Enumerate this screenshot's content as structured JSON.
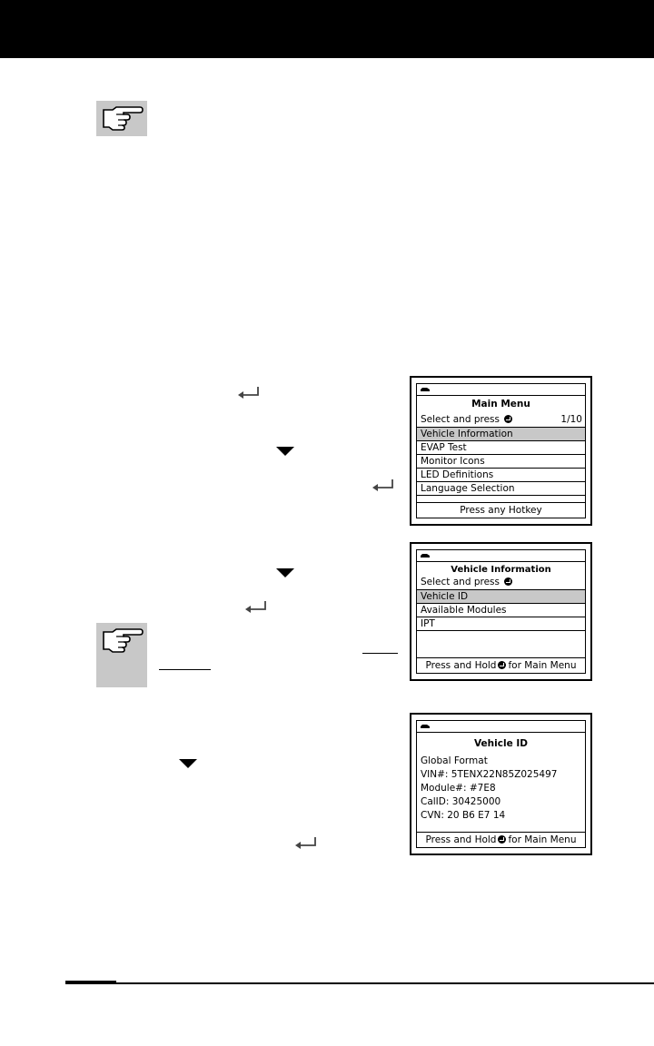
{
  "screens": {
    "main_menu": {
      "title": "Main Menu",
      "prompt": "Select and press",
      "page": "1/10",
      "items": [
        "Vehicle Information",
        "EVAP Test",
        "Monitor Icons",
        "LED Definitions",
        "Language Selection"
      ],
      "footer": "Press any Hotkey"
    },
    "vehicle_info": {
      "title": "Vehicle Information",
      "prompt": "Select and press",
      "items": [
        "Vehicle ID",
        "Available Modules",
        "IPT"
      ],
      "footer_before": "Press and Hold",
      "footer_after": "for Main Menu"
    },
    "vehicle_id": {
      "title": "Vehicle ID",
      "lines": [
        "Global Format",
        "VIN#: 5TENX22N85Z025497",
        "Module#: #7E8",
        "CalID: 30425000",
        "CVN: 20 B6 E7 14"
      ],
      "footer_before": "Press and Hold",
      "footer_after": "for Main Menu"
    }
  }
}
